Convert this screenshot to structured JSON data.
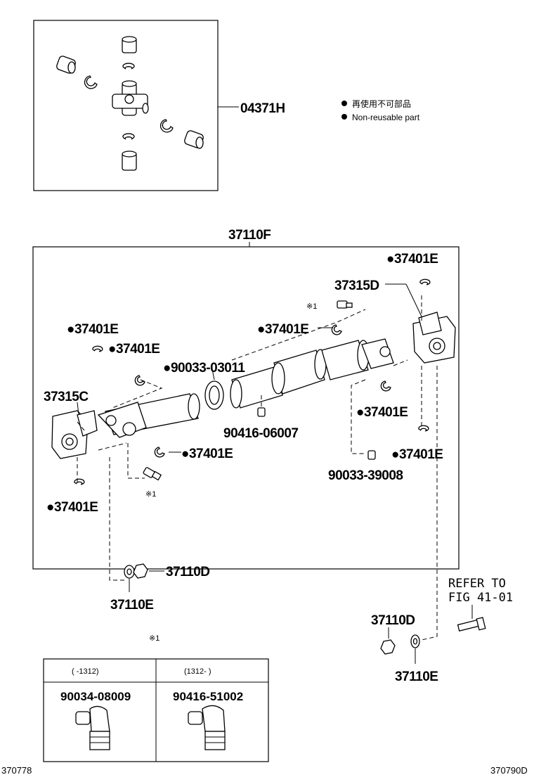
{
  "kit_label": "04371H",
  "legend": {
    "line1": "再使用不可部品",
    "line2": "Non-reusable part"
  },
  "assembly_label": "37110F",
  "labels": {
    "a37401E_top_right": "●37401E",
    "a37315D": "37315D",
    "a_note1_top": "※1",
    "a37401E_mid": "●37401E",
    "a37401E_left_top": "●37401E",
    "a37401E_left_second": "●37401E",
    "a90033_03011": "●90033-03011",
    "a37315C": "37315C",
    "a90416_06007": "90416-06007",
    "a37401E_right_mid": "●37401E",
    "a37401E_center_low": "●37401E",
    "a90033_39008": "90033-39008",
    "a37401E_right_low": "●37401E",
    "a_note1_bottom": "※1",
    "a37401E_left_bottom": "●37401E",
    "a37110D_left": "37110D",
    "a37110E_left": "37110E",
    "refer_line1": "REFER TO",
    "refer_line2": "FIG 41-01",
    "a37110D_right": "37110D",
    "a37110E_right": "37110E"
  },
  "table": {
    "note_mark": "※1",
    "col1_range": "(        -1312)",
    "col2_range": "(1312-         )",
    "col1_part": "90034-08009",
    "col2_part": "90416-51002"
  },
  "footer": {
    "left_code": "370778",
    "right_code": "370790D"
  }
}
